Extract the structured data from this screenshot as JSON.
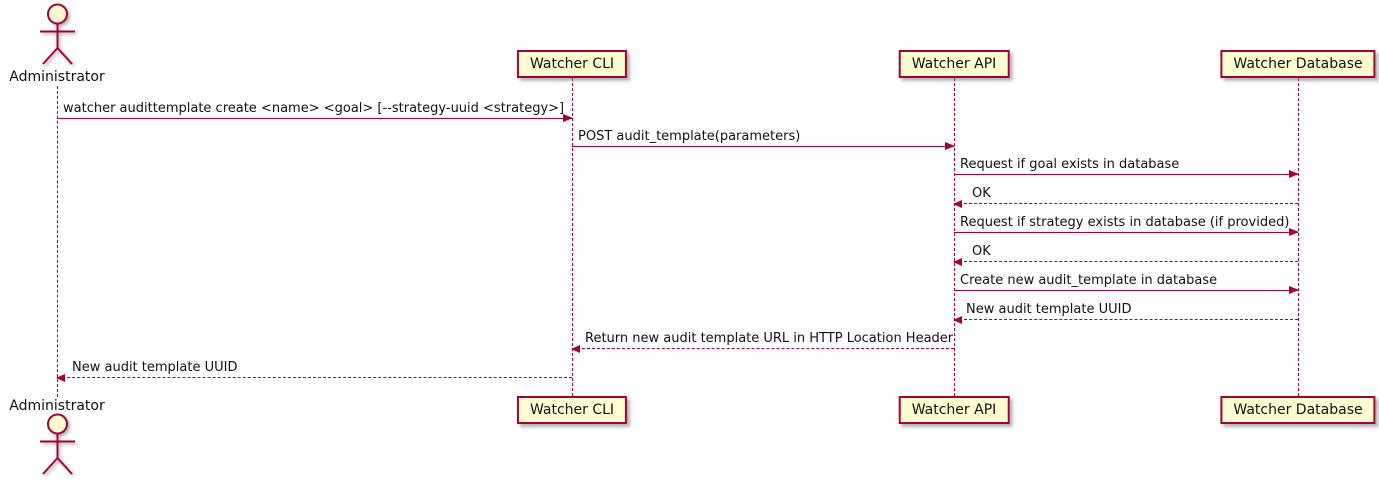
{
  "diagram": {
    "type": "uml-sequence-diagram",
    "colors": {
      "accent": "#A80036",
      "participant_fill": "#FEFECE",
      "text": "#111111",
      "background": "#FFFFFF"
    },
    "actor": {
      "name": "Administrator"
    },
    "participants": [
      {
        "label": "Watcher CLI"
      },
      {
        "label": "Watcher API"
      },
      {
        "label": "Watcher Database"
      }
    ],
    "messages": [
      {
        "label": "watcher audittemplate create <name> <goal> [--strategy-uuid <strategy>]",
        "from": "Administrator",
        "to": "Watcher CLI",
        "line": "solid"
      },
      {
        "label": "POST audit_template(parameters)",
        "from": "Watcher CLI",
        "to": "Watcher API",
        "line": "solid"
      },
      {
        "label": "Request if goal exists in database",
        "from": "Watcher API",
        "to": "Watcher Database",
        "line": "solid"
      },
      {
        "label": "OK",
        "from": "Watcher Database",
        "to": "Watcher API",
        "line": "dashed"
      },
      {
        "label": "Request if strategy exists in database (if provided)",
        "from": "Watcher API",
        "to": "Watcher Database",
        "line": "solid"
      },
      {
        "label": "OK",
        "from": "Watcher Database",
        "to": "Watcher API",
        "line": "dashed"
      },
      {
        "label": "Create new audit_template in database",
        "from": "Watcher API",
        "to": "Watcher Database",
        "line": "solid"
      },
      {
        "label": "New audit template UUID",
        "from": "Watcher Database",
        "to": "Watcher API",
        "line": "dashed"
      },
      {
        "label": "Return new audit template URL in HTTP Location Header",
        "from": "Watcher API",
        "to": "Watcher CLI",
        "line": "dashed"
      },
      {
        "label": "New audit template UUID",
        "from": "Watcher CLI",
        "to": "Administrator",
        "line": "dashed"
      }
    ]
  }
}
